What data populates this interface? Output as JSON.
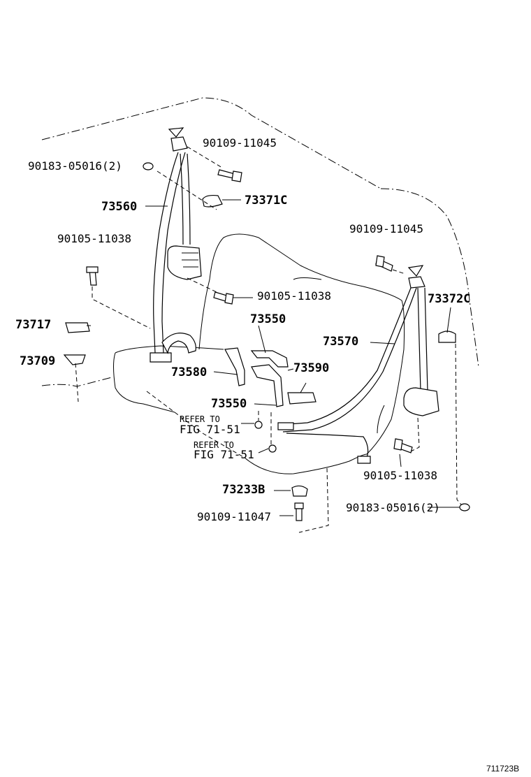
{
  "labels": {
    "p_90109_11045_left": "90109-11045",
    "p_90183_05016_left": "90183-05016(2)",
    "p_73560": "73560",
    "p_73371c": "73371C",
    "p_90105_11038_left": "90105-11038",
    "p_90105_11038_center": "90105-11038",
    "p_73717": "73717",
    "p_73709": "73709",
    "p_73550_top": "73550",
    "p_73580": "73580",
    "p_73590": "73590",
    "p_73550_bottom": "73550",
    "refer1_line1": "REFER TO",
    "refer1_line2": "FIG 71-51",
    "refer2_line1": "REFER TO",
    "refer2_line2": "FIG 71-51",
    "p_73233b": "73233B",
    "p_90109_11047": "90109-11047",
    "p_90109_11045_right": "90109-11045",
    "p_73372c": "73372C",
    "p_73570": "73570",
    "p_90105_11038_right": "90105-11038",
    "p_90183_05016_right": "90183-05016(2)"
  },
  "figure_code": "711723B"
}
